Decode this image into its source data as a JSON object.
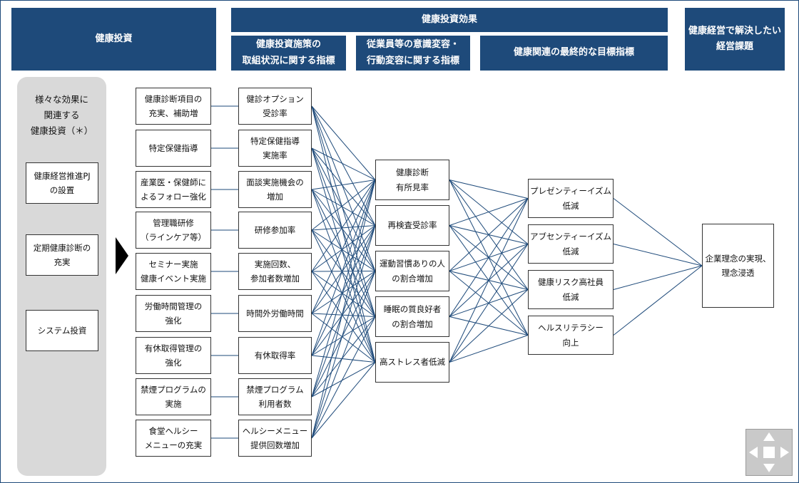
{
  "headers": {
    "investment": "健康投資",
    "effects": "健康投資効果",
    "sub1": "健康投資施策の\n取組状況に関する指標",
    "sub2": "従業員等の意識変容・\n行動変容に関する指標",
    "sub3": "健康関連の最終的な目標指標",
    "issues": "健康経営で解決したい\n経営課題"
  },
  "panel": {
    "title": "様々な効果に\n関連する\n健康投資（＊）",
    "items": [
      "健康経営推進PJ\nの設置",
      "定期健康診断の\n充実",
      "システム投資"
    ]
  },
  "col1": [
    "健康診断項目の\n充実、補助増",
    "特定保健指導",
    "産業医・保健師に\nよるフォロー強化",
    "管理職研修\n（ラインケア等）",
    "セミナー実施\n健康イベント実施",
    "労働時間管理の\n強化",
    "有休取得管理の\n強化",
    "禁煙プログラムの\n実施",
    "食堂ヘルシー\nメニューの充実"
  ],
  "col2": [
    "健診オプション\n受診率",
    "特定保健指導\n実施率",
    "面談実施機会の\n増加",
    "研修参加率",
    "実施回数、\n参加者数増加",
    "時間外労働時間",
    "有休取得率",
    "禁煙プログラム\n利用者数",
    "ヘルシーメニュー\n提供回数増加"
  ],
  "col3": [
    "健康診断\n有所見率",
    "再検査受診率",
    "運動習慣ありの人\nの割合増加",
    "睡眠の質良好者\nの割合増加",
    "高ストレス者低減"
  ],
  "col4": [
    "プレゼンティーイズム\n低減",
    "アブセンティーイズム\n低減",
    "健康リスク高社員\n低減",
    "ヘルスリテラシー\n向上"
  ],
  "col5": [
    "企業理念の実現、\n理念浸透"
  ],
  "colors": {
    "header": "#1e4a7a",
    "line": "#1e4a7a",
    "panel": "#d9d9d9"
  },
  "icons": [
    "arrow-right-icon",
    "four-way-arrows-icon"
  ]
}
